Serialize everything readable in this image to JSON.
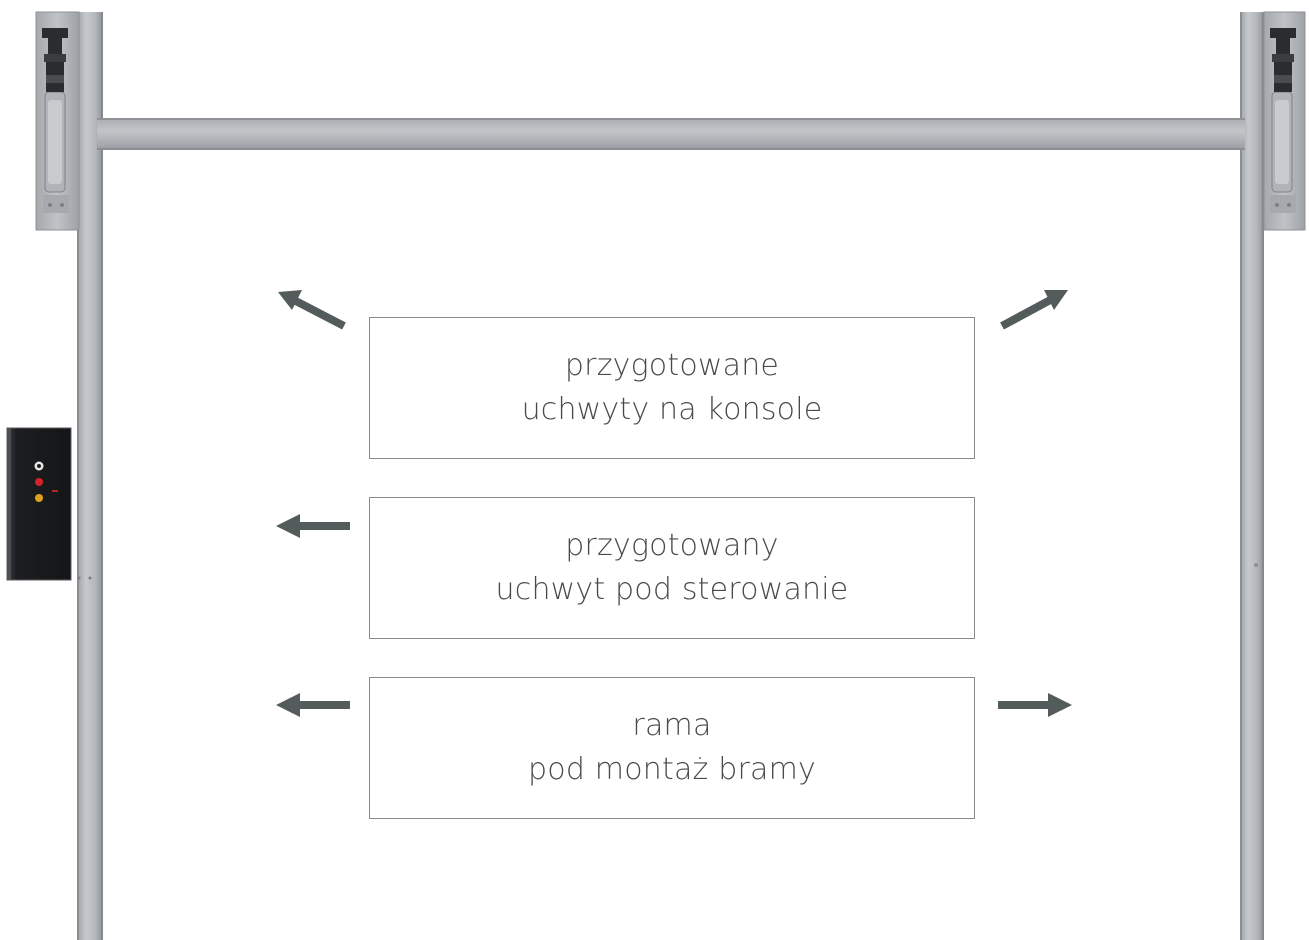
{
  "callouts": [
    {
      "line1": "przygotowane",
      "line2": "uchwyty na konsole"
    },
    {
      "line1": "przygotowany",
      "line2": "uchwyt pod sterowanie"
    },
    {
      "line1": "rama",
      "line2": "pod montaż bramy"
    }
  ],
  "icons": {
    "arrow": "arrow-icon",
    "control_panel": "control-panel-icon",
    "bracket": "console-bracket-icon"
  },
  "colors": {
    "frame": "#b9bcc0",
    "frame_shadow": "#8d9096",
    "arrow": "#545b5b",
    "text": "#4a4a4a",
    "box_border": "#8a8a8a",
    "control_box": "#1e2022",
    "led_white": "#e8e8e8",
    "led_red": "#d4232a",
    "led_yellow": "#e0a21c"
  }
}
